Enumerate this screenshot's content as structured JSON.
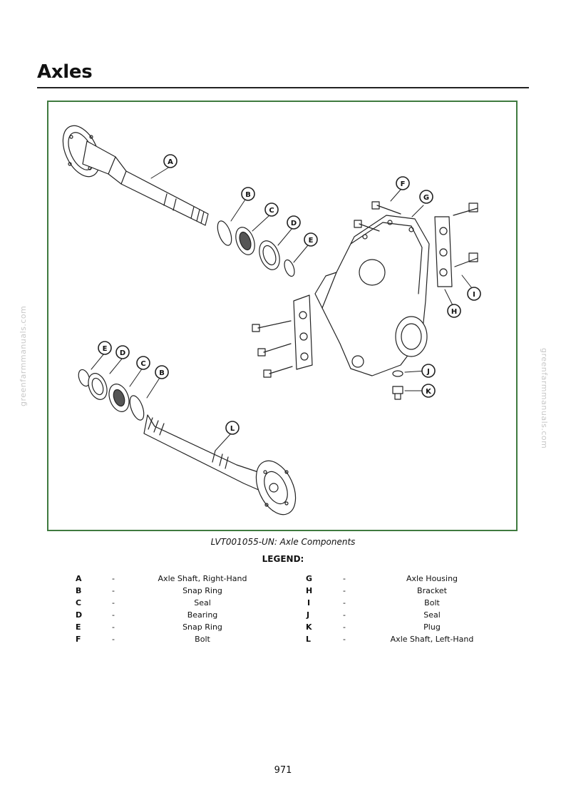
{
  "header": {
    "title": "Axles"
  },
  "figure": {
    "caption": "LVT001055-UN: Axle Components",
    "callouts": [
      "A",
      "B",
      "C",
      "D",
      "E",
      "F",
      "G",
      "H",
      "I",
      "J",
      "K",
      "E",
      "D",
      "C",
      "B",
      "L"
    ]
  },
  "legend": {
    "title": "LEGEND:",
    "left": [
      {
        "key": "A",
        "dash": "-",
        "desc": "Axle Shaft, Right-Hand"
      },
      {
        "key": "B",
        "dash": "-",
        "desc": "Snap Ring"
      },
      {
        "key": "C",
        "dash": "-",
        "desc": "Seal"
      },
      {
        "key": "D",
        "dash": "-",
        "desc": "Bearing"
      },
      {
        "key": "E",
        "dash": "-",
        "desc": "Snap Ring"
      },
      {
        "key": "F",
        "dash": "-",
        "desc": "Bolt"
      }
    ],
    "right": [
      {
        "key": "G",
        "dash": "-",
        "desc": "Axle Housing"
      },
      {
        "key": "H",
        "dash": "-",
        "desc": "Bracket"
      },
      {
        "key": "I",
        "dash": "-",
        "desc": "Bolt"
      },
      {
        "key": "J",
        "dash": "-",
        "desc": "Seal"
      },
      {
        "key": "K",
        "dash": "-",
        "desc": "Plug"
      },
      {
        "key": "L",
        "dash": "-",
        "desc": "Axle Shaft, Left-Hand"
      }
    ]
  },
  "watermark": {
    "text": "greenfarmmanuals.com"
  },
  "footer": {
    "page_number": "971"
  }
}
